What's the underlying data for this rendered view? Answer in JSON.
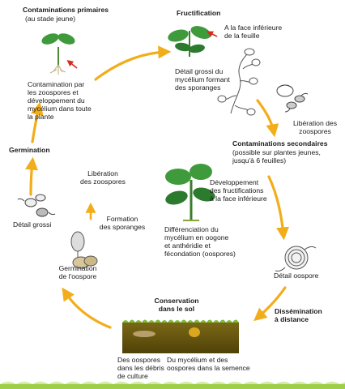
{
  "title_primary": "Contaminations primaires",
  "sub_primary": "(au stade jeune)",
  "desc_primary": "Contamination par\nles zoospores et\ndéveloppement du\nmycélium dans toute\nla plante",
  "title_fructif": "Fructification",
  "note_leaf": "A la face inférieure\nde la feuille",
  "desc_fructif": "Détail grossi du\nmycélium formant\ndes sporanges",
  "lib_zoo_right": "Libération des\nzoospores",
  "title_secondary": "Contaminations secondaires",
  "sub_secondary": "(possible sur plantes jeunes,\njusqu'à 6 feuilles)",
  "desc_fructif2": "Développement\ndes fructifications\nà la face inférieure",
  "desc_oogone": "Différenciation du\nmycélium en oogone\net anthéridie et\nfécondation (oospores)",
  "detail_oospore": "Détail oospore",
  "title_dissem": "Dissémination\nà distance",
  "title_conserv": "Conservation\ndans le sol",
  "desc_debris": "Des oospores\ndans les débris\nde culture",
  "desc_semence": "Du mycélium et des\noospores dans la semence",
  "germ_oospore": "Germination\nde l'oospore",
  "form_spor": "Formation\ndes sporanges",
  "lib_zoo_center": "Libération\ndes zoospores",
  "detail_grossi": "Détail grossi",
  "title_germ": "Germination",
  "colors": {
    "arrow": "#f2ad1a",
    "leaf": "#3f9a3b",
    "leaf_dark": "#2c7a2e",
    "soil": "#6b5a12",
    "grass": "#7cbd3a",
    "red_arrow": "#d62b1e"
  }
}
